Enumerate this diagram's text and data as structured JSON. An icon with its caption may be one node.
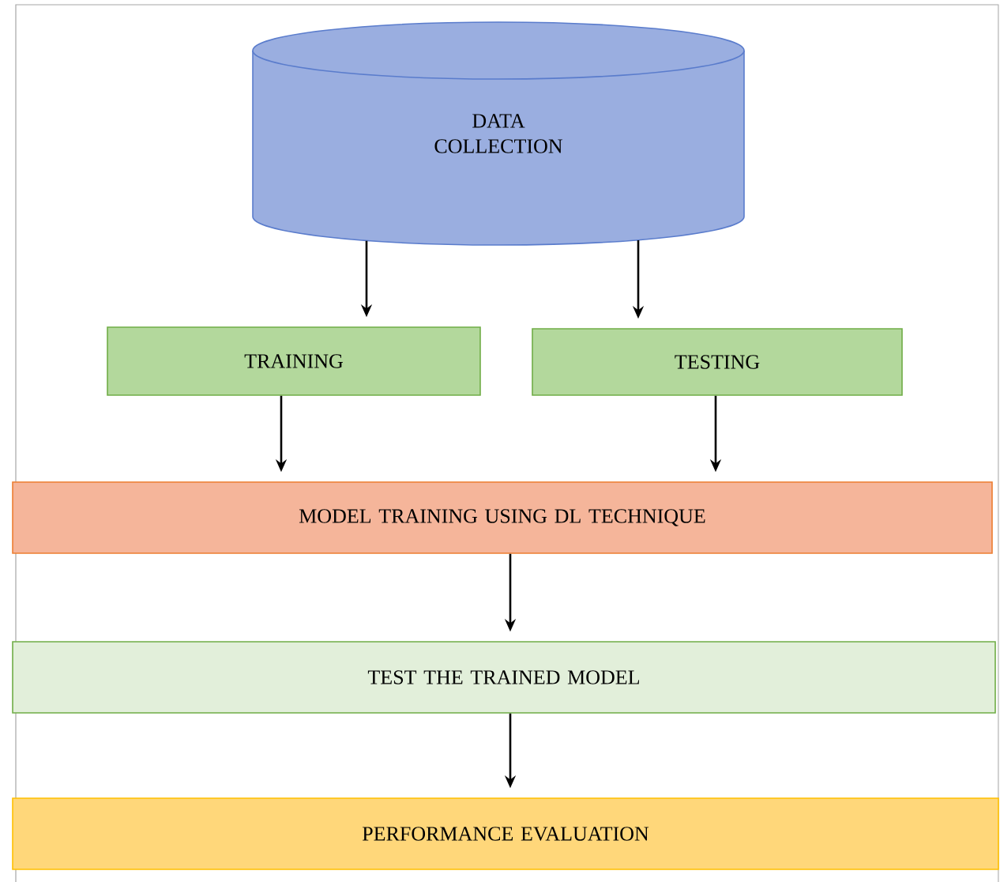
{
  "diagram": {
    "nodes": [
      {
        "text": [
          "DATA COLLECTION"
        ]
      },
      {
        "text": [
          "TRAINING"
        ]
      },
      {
        "text": [
          "TESTING"
        ]
      },
      {
        "text": [
          "MODEL TRAINING USING DL TECHNIQUE"
        ]
      },
      {
        "text": [
          "TEST THE TRAINED MODEL"
        ]
      },
      {
        "text": [
          "PERFORMANCE EVALUATION"
        ]
      }
    ],
    "edges": [
      {
        "from": 0,
        "to": 1,
        "arrow": "to"
      },
      {
        "from": 0,
        "to": 2,
        "arrow": "to"
      },
      {
        "from": 1,
        "to": 3,
        "arrow": "to"
      },
      {
        "from": 2,
        "to": 3,
        "arrow": "to"
      },
      {
        "from": 3,
        "to": 4,
        "arrow": "to"
      },
      {
        "from": 4,
        "to": 5,
        "arrow": "to"
      }
    ]
  }
}
